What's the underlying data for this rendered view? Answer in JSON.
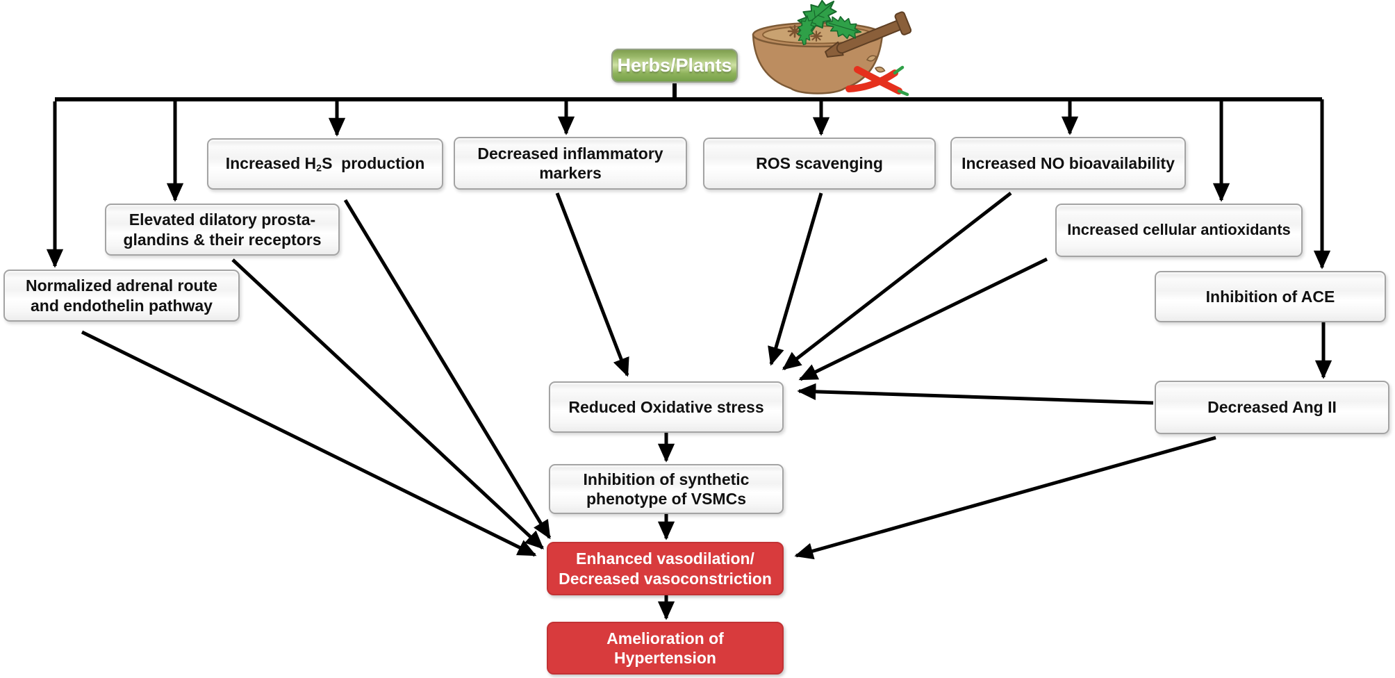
{
  "figure": {
    "type": "flowchart",
    "topic": "Mechanisms by which herbs and plants ameliorate hypertension"
  },
  "colors": {
    "accent_red": "#d83b3d",
    "accent_green": "#8fb35c",
    "arrow_black": "#000000",
    "box_border_gray": "#a3a3a3",
    "background": "#ffffff"
  },
  "illustration": {
    "icon": "mortar-and-pestle-icon"
  },
  "herbs": {
    "label": "Herbs/Plants"
  },
  "boxes": {
    "h2s": {
      "pre": "Increased H",
      "sub": "2",
      "post": "S  production"
    },
    "inflammatory": {
      "label": "Decreased inflammatory\nmarkers"
    },
    "ros": {
      "label": "ROS scavenging"
    },
    "no_bio": {
      "label": "Increased NO bioavailability"
    },
    "prostaglandins": {
      "label": "Elevated dilatory prosta-\nglandins & their receptors"
    },
    "antioxidants": {
      "label": "Increased cellular antioxidants"
    },
    "adrenal": {
      "label": "Normalized adrenal route\nand endothelin pathway"
    },
    "ace": {
      "label": "Inhibition of ACE"
    },
    "ang2": {
      "label": "Decreased Ang II"
    },
    "oxidative": {
      "label": "Reduced Oxidative stress"
    },
    "vsmc": {
      "label": "Inhibition of synthetic\nphenotype of VSMCs"
    },
    "vasodilation": {
      "label": "Enhanced vasodilation/\nDecreased vasoconstriction"
    },
    "amelioration": {
      "label": "Amelioration of Hypertension"
    }
  }
}
